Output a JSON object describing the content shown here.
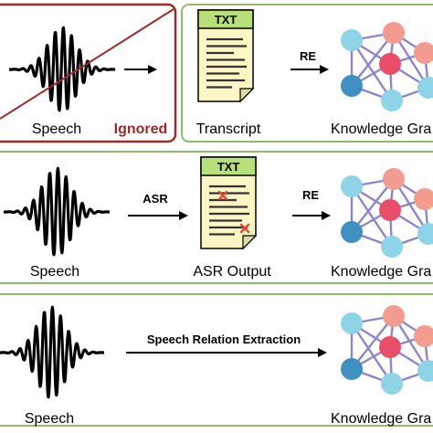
{
  "colors": {
    "ignored_border": "#9e2a2b",
    "ignored_text": "#9e2a2b",
    "panel_border": "#8fb96b",
    "doc_fill": "#fbf6c4",
    "doc_header": "#b7e07a",
    "node_blue": "#3f8fc2",
    "node_cyan": "#8fd3e6",
    "node_red": "#e84d6a",
    "node_salmon": "#f39b8f",
    "edge": "#8b86c9",
    "error_mark": "#e8443a",
    "wave": "#000000"
  },
  "rows": [
    {
      "id": "row-transcript",
      "left_panel": {
        "speech_label": "Speech",
        "ignored_label": "Ignored"
      },
      "doc": {
        "header": "TXT",
        "label": "Transcript"
      },
      "arrow_label": "RE",
      "graph_label": "Knowledge Gra"
    },
    {
      "id": "row-asr",
      "speech_label": "Speech",
      "arrow1_label": "ASR",
      "doc": {
        "header": "TXT",
        "label": "ASR Output"
      },
      "arrow2_label": "RE",
      "graph_label": "Knowledge Gra"
    },
    {
      "id": "row-speech-re",
      "speech_label": "Speech",
      "arrow_label": "Speech Relation Extraction",
      "graph_label": "Knowledge Gra"
    }
  ]
}
